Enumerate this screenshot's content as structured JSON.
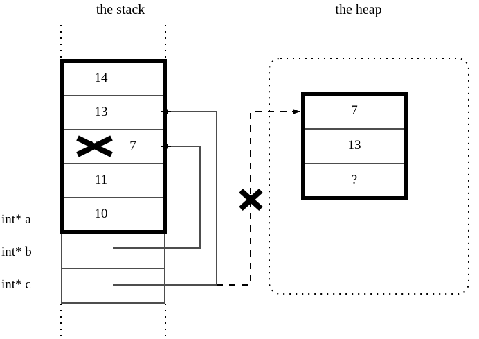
{
  "diagram": {
    "title_stack": "the stack",
    "title_heap": "the heap",
    "colors": {
      "ink": "#000000",
      "background": "#ffffff",
      "thin_line": "#4d4d4d"
    }
  },
  "stack": {
    "label": "the stack",
    "cells": [
      {
        "name": "stack-cell-14",
        "value": "14"
      },
      {
        "name": "stack-cell-13",
        "value": "13"
      },
      {
        "name": "stack-cell-12",
        "value": "12",
        "struck_out": true,
        "annotation": "7"
      },
      {
        "name": "stack-cell-11",
        "value": "11"
      },
      {
        "name": "stack-cell-10",
        "value": "10"
      }
    ],
    "variables": [
      {
        "name": "int-a",
        "label": "int* a"
      },
      {
        "name": "int-b",
        "label": "int* b"
      },
      {
        "name": "int-c",
        "label": "int* c"
      }
    ]
  },
  "heap": {
    "label": "the heap",
    "cells": [
      {
        "name": "heap-cell-0",
        "value": "7"
      },
      {
        "name": "heap-cell-1",
        "value": "13"
      },
      {
        "name": "heap-cell-2",
        "value": "?"
      }
    ]
  },
  "annotations": {
    "invalid_pointer_mark": "✕"
  }
}
